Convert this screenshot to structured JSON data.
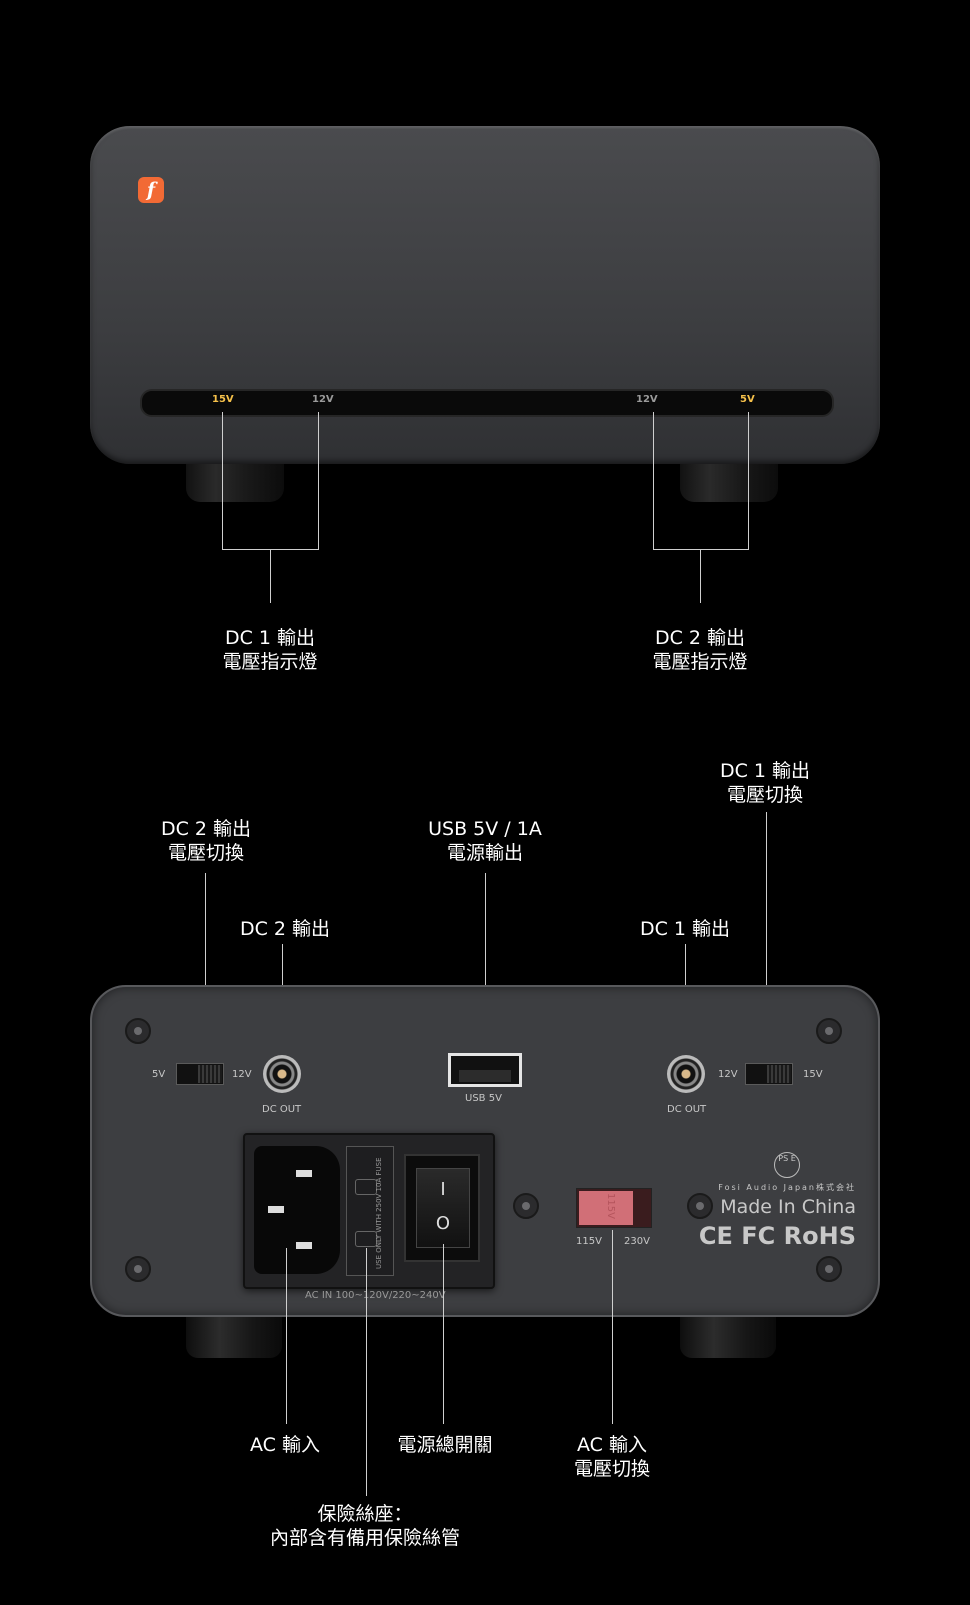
{
  "front_panel": {
    "logo_glyph": "f",
    "indicators": [
      "15V",
      "12V",
      "12V",
      "5V"
    ],
    "active_color": "#f5c04a",
    "inactive_color": "#9a9a9a"
  },
  "callouts_top": {
    "dc1_indicator": [
      "DC 1 輸出",
      "電壓指示燈"
    ],
    "dc2_indicator": [
      "DC 2 輸出",
      "電壓指示燈"
    ]
  },
  "callouts_back_top": {
    "dc2_switch": [
      "DC 2 輸出",
      "電壓切換"
    ],
    "dc2_out": "DC 2 輸出",
    "usb": [
      "USB 5V / 1A",
      "電源輸出"
    ],
    "dc1_out": "DC 1 輸出",
    "dc1_switch": [
      "DC 1 輸出",
      "電壓切換"
    ]
  },
  "back_panel": {
    "left_switch_low": "5V",
    "left_switch_high": "12V",
    "right_switch_low": "12V",
    "right_switch_high": "15V",
    "dc_out_left": "DC OUT",
    "dc_out_right": "DC OUT",
    "usb_label": "USB 5V",
    "fuse_text": "USE ONLY WITH 250V 10A FUSE",
    "rocker_on": "I",
    "rocker_off": "O",
    "ac_in_text": "AC IN 100~120V/220~240V",
    "ac_switch_low": "115V",
    "ac_switch_high": "230V",
    "ac_switch_window": "115V",
    "pse_mark": "PS E",
    "company": "Fosi Audio Japan株式会社",
    "made_in": "Made In China",
    "cert_marks": "CE FC RoHS"
  },
  "callouts_bottom": {
    "ac_in": "AC 輸入",
    "power_switch": "電源總開關",
    "ac_voltage": [
      "AC 輸入",
      "電壓切換"
    ],
    "fuse": [
      "保險絲座：",
      "內部含有備用保險絲管"
    ]
  }
}
